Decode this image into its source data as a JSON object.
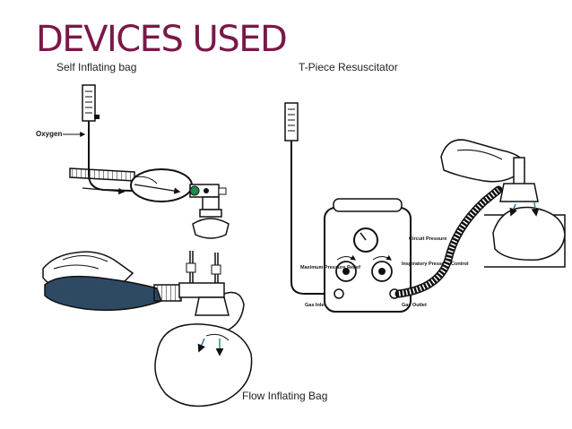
{
  "slide": {
    "title": "DEVICES USED",
    "title_color": "#7a1848"
  },
  "captions": {
    "self_inflating": "Self Inflating bag",
    "t_piece": "T-Piece Resuscitator",
    "flow_inflating": "Flow Inflating Bag"
  },
  "self_inflating_figure": {
    "oxygen_label": "Oxygen"
  },
  "t_piece_figure": {
    "circuit_pressure_label": "Circuit Pressure",
    "max_pressure_relief_label": "Maximum Pressure Relief",
    "inspiratory_pressure_label": "Inspiratory Pressure Control",
    "gas_inlet_label": "Gas Inlet",
    "gas_outlet_label": "Gas Outlet"
  },
  "colors": {
    "line": "#111111",
    "bag_fill": "#2e4a63",
    "valve_green": "#1f8a4c",
    "arrow_blue": "#2f6fa8",
    "arrow_green": "#2a9a5a"
  }
}
